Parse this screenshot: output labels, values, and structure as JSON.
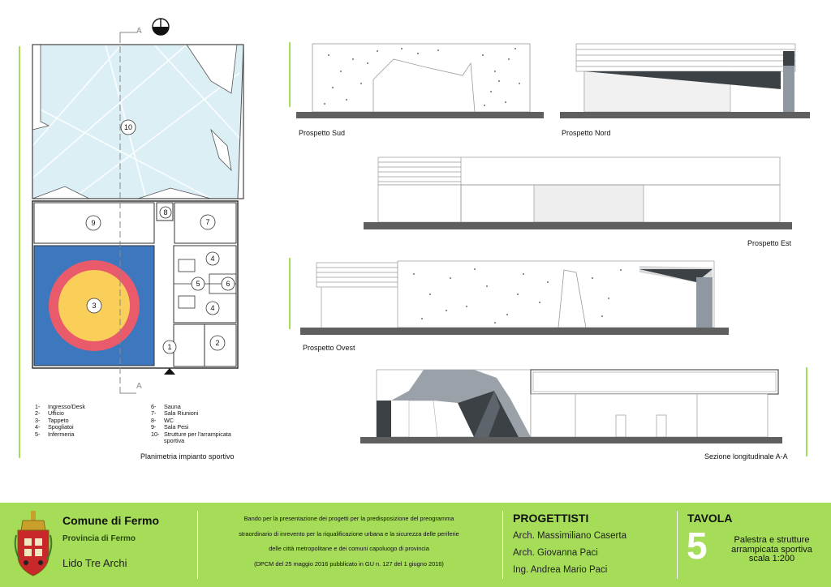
{
  "plan": {
    "rooms": [
      "10",
      "9",
      "8",
      "7",
      "3",
      "4",
      "5",
      "6",
      "4",
      "1",
      "2"
    ],
    "section_marker": "A",
    "caption": "Planimetria impianto sportivo",
    "legend_left": [
      {
        "n": "1-",
        "t": "Ingresso/Desk"
      },
      {
        "n": "2-",
        "t": "Ufficio"
      },
      {
        "n": "3-",
        "t": "Tappeto"
      },
      {
        "n": "4-",
        "t": "Spogliatoi"
      },
      {
        "n": "5-",
        "t": "Infermeria"
      }
    ],
    "legend_right": [
      {
        "n": "6-",
        "t": "Sauna"
      },
      {
        "n": "7-",
        "t": "Sala Riunioni"
      },
      {
        "n": "8-",
        "t": "WC"
      },
      {
        "n": "9-",
        "t": "Sala Pesi"
      },
      {
        "n": "10-",
        "t": "Strutture per l'arrampicata sportiva"
      }
    ]
  },
  "elevations": {
    "sud": "Prospetto Sud",
    "nord": "Prospetto Nord",
    "est": "Prospetto Est",
    "ovest": "Prospetto Ovest",
    "sezione": "Sezione longitudinale A-A"
  },
  "footer": {
    "comune": "Comune di Fermo",
    "provincia": "Provincia di Fermo",
    "localita": "Lido Tre Archi",
    "bando_lines": [
      "Bando per la presentazione dei progetti per la predisposizione del preogramma",
      "straordinario di inrevento per la riqualificazione urbana e la sicurezza delle periferie",
      "delle città metropolitane e dei comuni capoluogo di provincia",
      "(DPCM del 25 maggio 2016 pubblicato in GU n. 127 del 1 giugno 2016)"
    ],
    "progettisti_title": "PROGETTISTI",
    "progettisti": [
      "Arch. Massimiliano Caserta",
      "Arch. Giovanna Paci",
      "Ing. Andrea Mario Paci"
    ],
    "tavola_title": "TAVOLA",
    "tavola_num": "5",
    "tavola_desc": [
      "Palestra e strutture",
      "arrampicata sportiva",
      "scala 1:200"
    ]
  },
  "colors": {
    "accent_green": "#a5dd58",
    "climb_blue": "#dbeff5",
    "mat_blue": "#3d78bf",
    "mat_red": "#e95a6a",
    "mat_yellow": "#f9cf5a",
    "dark_panel": "#3c4146",
    "ground": "#5f5f5f"
  }
}
